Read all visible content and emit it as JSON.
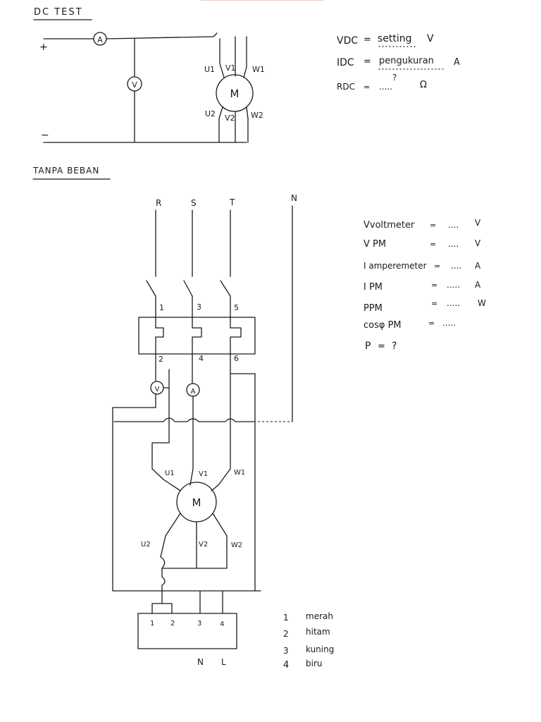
{
  "dc_test": {
    "title": "DC TEST",
    "plus": "+",
    "minus": "−",
    "ammeter": "A",
    "voltmeter": "V",
    "motor": "M",
    "terminals": {
      "u1": "U1",
      "v1": "V1",
      "w1": "W1",
      "u2": "U2",
      "v2": "V2",
      "w2": "W2"
    },
    "formulas": [
      {
        "symbol": "VDC",
        "eq": "=",
        "value": "setting",
        "unit": "V"
      },
      {
        "symbol": "IDC",
        "eq": "=",
        "value": "pengukuran",
        "unit": "A"
      },
      {
        "symbol": "RDC",
        "eq": "=",
        "value": ".....",
        "unit": "Ω",
        "note": "?"
      }
    ]
  },
  "no_load": {
    "title": "TANPA BEBAN",
    "phases": [
      "R",
      "S",
      "T",
      "N"
    ],
    "contact_top": [
      "1",
      "3",
      "5"
    ],
    "contact_bottom": [
      "2",
      "4",
      "6"
    ],
    "voltmeter": "V",
    "ammeter": "A",
    "motor": "M",
    "terminals": {
      "u1": "U1",
      "v1": "V1",
      "w1": "W1",
      "u2": "U2",
      "v2": "V2",
      "w2": "W2"
    },
    "meter_box_terminals": [
      "1",
      "2",
      "3",
      "4"
    ],
    "meter_box_labels": {
      "n": "N",
      "l": "L"
    },
    "measurements": [
      {
        "label": "Vvoltmeter",
        "eq": "=",
        "value": "....",
        "unit": "V"
      },
      {
        "label": "V PM",
        "eq": "=",
        "value": "....",
        "unit": "V"
      },
      {
        "label": "I amperemeter",
        "eq": "=",
        "value": "....",
        "unit": "A"
      },
      {
        "label": "I PM",
        "eq": "=",
        "value": ".....",
        "unit": "A"
      },
      {
        "label": "PPM",
        "eq": "=",
        "value": ".....",
        "unit": "W"
      },
      {
        "label": "cosφ PM",
        "eq": "=",
        "value": ".....",
        "unit": ""
      },
      {
        "label": "P",
        "eq": "=",
        "value": "?",
        "unit": ""
      }
    ],
    "legend": [
      {
        "num": "1",
        "color": "merah"
      },
      {
        "num": "2",
        "color": "hitam"
      },
      {
        "num": "3",
        "color": "kuning"
      },
      {
        "num": "4",
        "color": "biru"
      }
    ]
  }
}
